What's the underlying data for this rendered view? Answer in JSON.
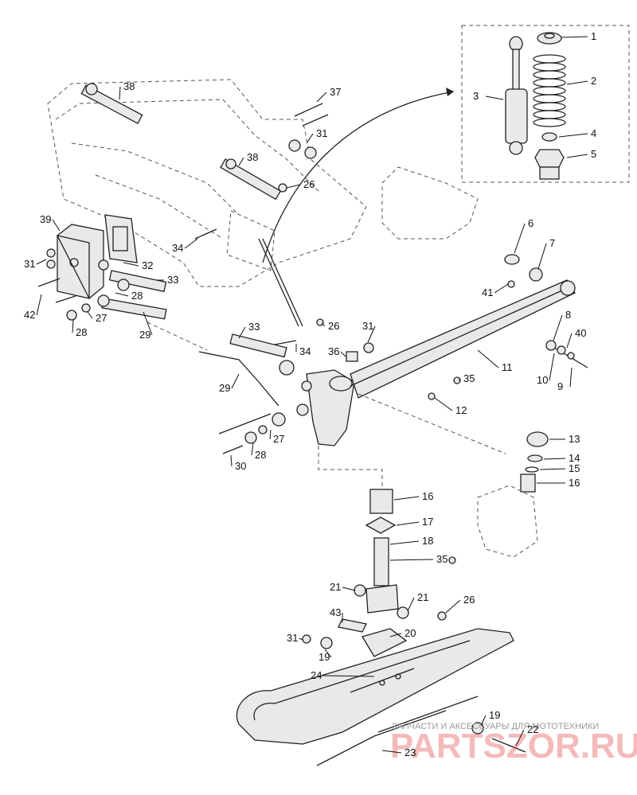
{
  "watermark": {
    "subtitle": "ЗАПЧАСТИ И АКСЕССУАРЫ ДЛЯ МОТОТЕХНИКИ",
    "brand": "PARTSZOR.RU"
  },
  "callouts": [
    {
      "n": "1"
    },
    {
      "n": "2"
    },
    {
      "n": "3"
    },
    {
      "n": "4"
    },
    {
      "n": "5"
    },
    {
      "n": "6"
    },
    {
      "n": "7"
    },
    {
      "n": "8"
    },
    {
      "n": "40"
    },
    {
      "n": "10"
    },
    {
      "n": "9"
    },
    {
      "n": "41"
    },
    {
      "n": "11"
    },
    {
      "n": "35"
    },
    {
      "n": "12"
    },
    {
      "n": "13"
    },
    {
      "n": "14"
    },
    {
      "n": "15"
    },
    {
      "n": "16"
    },
    {
      "n": "16"
    },
    {
      "n": "17"
    },
    {
      "n": "18"
    },
    {
      "n": "35"
    },
    {
      "n": "21"
    },
    {
      "n": "21"
    },
    {
      "n": "26"
    },
    {
      "n": "43"
    },
    {
      "n": "20"
    },
    {
      "n": "31"
    },
    {
      "n": "19"
    },
    {
      "n": "24"
    },
    {
      "n": "19"
    },
    {
      "n": "22"
    },
    {
      "n": "23"
    },
    {
      "n": "38"
    },
    {
      "n": "37"
    },
    {
      "n": "31"
    },
    {
      "n": "38"
    },
    {
      "n": "26"
    },
    {
      "n": "39"
    },
    {
      "n": "31"
    },
    {
      "n": "32"
    },
    {
      "n": "34"
    },
    {
      "n": "33"
    },
    {
      "n": "28"
    },
    {
      "n": "42"
    },
    {
      "n": "27"
    },
    {
      "n": "28"
    },
    {
      "n": "29"
    },
    {
      "n": "33"
    },
    {
      "n": "26"
    },
    {
      "n": "34"
    },
    {
      "n": "36"
    },
    {
      "n": "31"
    },
    {
      "n": "29"
    },
    {
      "n": "27"
    },
    {
      "n": "28"
    },
    {
      "n": "30"
    }
  ]
}
